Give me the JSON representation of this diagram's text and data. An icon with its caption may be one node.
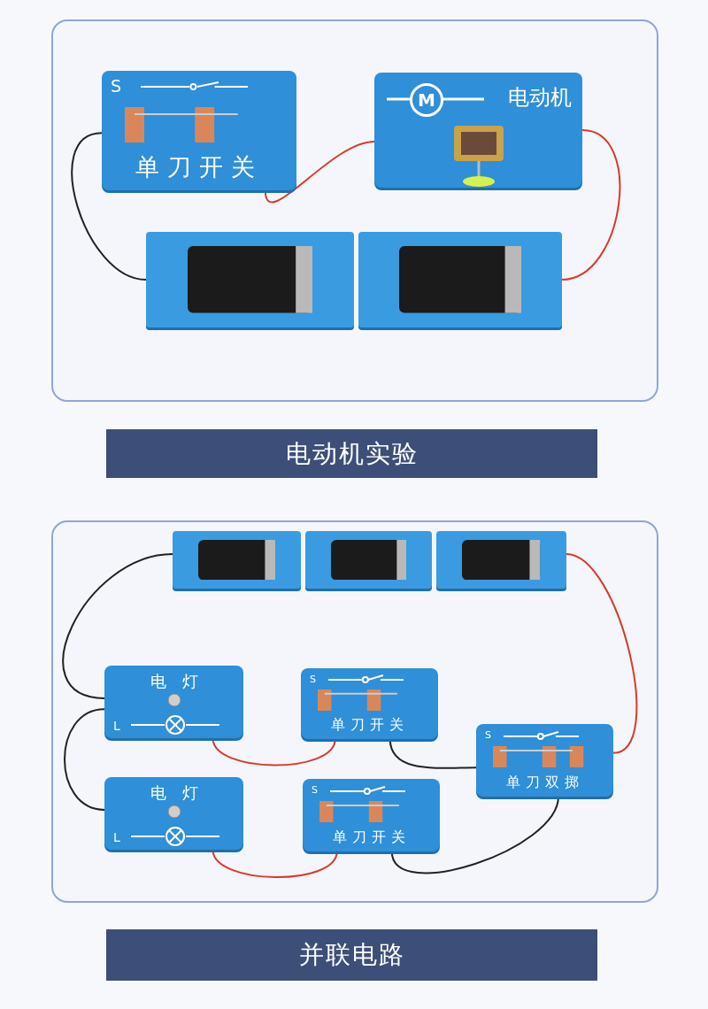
{
  "diagram": {
    "nodes": [
      {
        "text": [
          "S",
          "单刀开关"
        ]
      },
      {
        "text": [
          "M",
          "电动机"
        ]
      },
      {
        "text": [],
        "shape": "box"
      },
      {
        "text": [],
        "shape": "box"
      },
      {
        "text": [
          "电动机实验"
        ]
      },
      {
        "text": [],
        "shape": "box"
      },
      {
        "text": [],
        "shape": "box"
      },
      {
        "text": [],
        "shape": "box"
      },
      {
        "text": [
          "电灯",
          "L"
        ]
      },
      {
        "text": [
          "S",
          "单刀开关"
        ]
      },
      {
        "text": [
          "S",
          "单刀双掷"
        ]
      },
      {
        "text": [
          "电灯",
          "L"
        ]
      },
      {
        "text": [
          "S",
          "单刀开关"
        ]
      },
      {
        "text": [
          "并联电路"
        ]
      }
    ],
    "edges": [
      {
        "from": 0,
        "to": 2,
        "arrow": "none"
      },
      {
        "from": 0,
        "to": 1,
        "arrow": "none",
        "color": "#d83a2e"
      },
      {
        "from": 1,
        "to": 3,
        "arrow": "none",
        "color": "#d83a2e"
      },
      {
        "from": 5,
        "to": 8,
        "arrow": "none"
      },
      {
        "from": 8,
        "to": 11,
        "arrow": "none"
      },
      {
        "from": 8,
        "to": 9,
        "arrow": "none",
        "color": "#d83a2e"
      },
      {
        "from": 9,
        "to": 10,
        "arrow": "none"
      },
      {
        "from": 10,
        "to": 7,
        "arrow": "none",
        "color": "#d83a2e"
      },
      {
        "from": 11,
        "to": 12,
        "arrow": "none",
        "color": "#d83a2e"
      },
      {
        "from": 12,
        "to": 10,
        "arrow": "none"
      }
    ]
  }
}
